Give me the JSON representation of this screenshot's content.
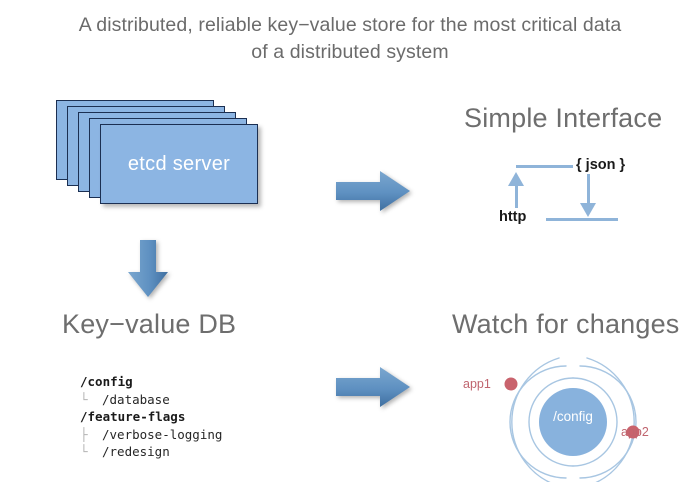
{
  "slide": {
    "title": "A distributed, reliable key−value store for the most critical data\nof a distributed system",
    "background_color": "#ffffff"
  },
  "colors": {
    "brand_blue": "#8cb5e3",
    "arrow_blue": "#5b8fc0",
    "line_blue": "#8fb4d9",
    "accent_red": "#c0656f",
    "heading_gray": "#6e6e6e",
    "card_border": "#1b2f52"
  },
  "etcd_stack": {
    "label": "etcd server",
    "card_count": 5
  },
  "simple_interface": {
    "heading": "Simple Interface",
    "labels": {
      "json": "{ json }",
      "http": "http"
    }
  },
  "key_value_db": {
    "heading": "Key−value DB",
    "tree": [
      {
        "connector": "",
        "name": "/config",
        "bold": true
      },
      {
        "connector": "└",
        "name": "/database",
        "bold": false
      },
      {
        "connector": "",
        "name": "/feature-flags",
        "bold": true
      },
      {
        "connector": "├",
        "name": "/verbose-logging",
        "bold": false
      },
      {
        "connector": "└",
        "name": "/redesign",
        "bold": false
      }
    ]
  },
  "watch_for_changes": {
    "heading": "Watch for changes",
    "center_label": "/config",
    "watchers": [
      {
        "label": "app1"
      },
      {
        "label": "app2"
      }
    ],
    "ring_count": 3
  },
  "arrows": [
    {
      "name": "etcd-to-interface",
      "direction": "right"
    },
    {
      "name": "etcd-to-db",
      "direction": "down"
    },
    {
      "name": "db-to-watch",
      "direction": "right"
    }
  ]
}
